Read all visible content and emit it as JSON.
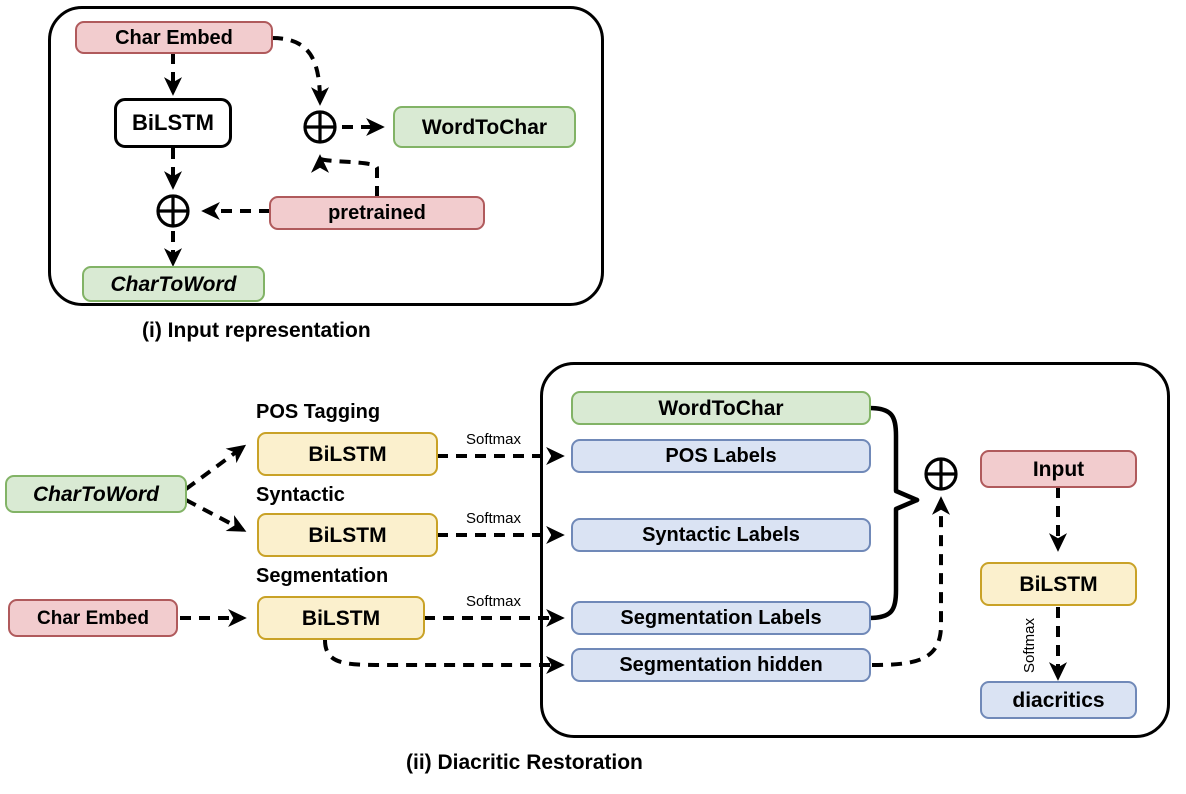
{
  "figure": {
    "panels": [
      {
        "id": "input-representation",
        "caption": "(i) Input representation"
      },
      {
        "id": "diacritic-restoration",
        "caption": "(ii) Diacritic Restoration"
      }
    ]
  },
  "panel_i": {
    "caption": "(i) Input representation",
    "nodes": {
      "char_embed": "Char Embed",
      "bilstm": "BiLSTM",
      "pretrained": "pretrained",
      "word_to_char": "WordToChar",
      "char_to_word": "CharToWord"
    },
    "operators": {
      "sum_top": "circle-plus",
      "sum_bottom": "circle-plus"
    }
  },
  "panel_ii": {
    "caption": "(ii) Diacritic Restoration",
    "inputs": {
      "char_to_word": "CharToWord",
      "char_embed": "Char Embed"
    },
    "task_labels": {
      "pos": "POS Tagging",
      "syntactic": "Syntactic",
      "segmentation": "Segmentation"
    },
    "encoders": {
      "pos_bilstm": "BiLSTM",
      "syntactic_bilstm": "BiLSTM",
      "segmentation_bilstm": "BiLSTM",
      "decoder_bilstm": "BiLSTM"
    },
    "softmax_labels": {
      "pos": "Softmax",
      "syntactic": "Softmax",
      "segmentation": "Softmax",
      "decoder": "Softmax"
    },
    "outputs": {
      "word_to_char": "WordToChar",
      "pos_labels": "POS Labels",
      "syntactic_labels": "Syntactic Labels",
      "segmentation_labels": "Segmentation Labels",
      "segmentation_hidden": "Segmentation hidden",
      "input": "Input",
      "diacritics": "diacritics"
    },
    "operators": {
      "concat": "circle-plus"
    }
  },
  "colors": {
    "red_fill": "#f2ccce",
    "red_border": "#b05a5c",
    "green_fill": "#d9ead3",
    "green_border": "#82b366",
    "yellow_fill": "#fbf0cd",
    "yellow_border": "#c9a227",
    "blue_fill": "#dae3f3",
    "blue_border": "#7089b8",
    "line": "#000000",
    "background": "#ffffff"
  }
}
